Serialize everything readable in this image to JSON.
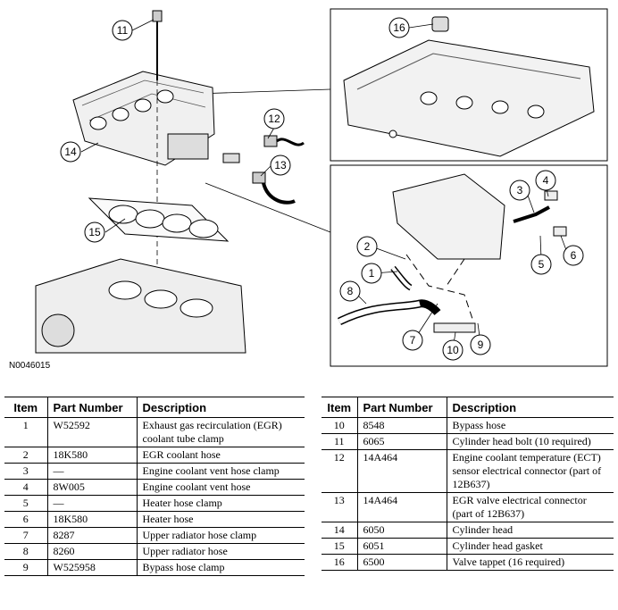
{
  "figure": {
    "figure_id": "N0046015",
    "callouts": [
      "1",
      "2",
      "3",
      "4",
      "5",
      "6",
      "7",
      "8",
      "9",
      "10",
      "11",
      "12",
      "13",
      "14",
      "15",
      "16"
    ]
  },
  "table": {
    "headers": {
      "item": "Item",
      "part_number": "Part Number",
      "description": "Description"
    },
    "left_rows": [
      {
        "item": "1",
        "part": "W52592",
        "desc": "Exhaust gas recirculation (EGR) coolant tube clamp"
      },
      {
        "item": "2",
        "part": "18K580",
        "desc": "EGR coolant hose"
      },
      {
        "item": "3",
        "part": "—",
        "desc": "Engine coolant vent hose clamp"
      },
      {
        "item": "4",
        "part": "8W005",
        "desc": "Engine coolant vent hose"
      },
      {
        "item": "5",
        "part": "—",
        "desc": "Heater hose clamp"
      },
      {
        "item": "6",
        "part": "18K580",
        "desc": "Heater hose"
      },
      {
        "item": "7",
        "part": "8287",
        "desc": "Upper radiator hose clamp"
      },
      {
        "item": "8",
        "part": "8260",
        "desc": "Upper radiator hose"
      },
      {
        "item": "9",
        "part": "W525958",
        "desc": "Bypass hose clamp"
      }
    ],
    "right_rows": [
      {
        "item": "10",
        "part": "8548",
        "desc": "Bypass hose"
      },
      {
        "item": "11",
        "part": "6065",
        "desc": "Cylinder head bolt (10 required)"
      },
      {
        "item": "12",
        "part": "14A464",
        "desc": "Engine coolant temperature (ECT) sensor electrical connector (part of 12B637)"
      },
      {
        "item": "13",
        "part": "14A464",
        "desc": "EGR valve electrical connector (part of 12B637)"
      },
      {
        "item": "14",
        "part": "6050",
        "desc": "Cylinder head"
      },
      {
        "item": "15",
        "part": "6051",
        "desc": "Cylinder head gasket"
      },
      {
        "item": "16",
        "part": "6500",
        "desc": "Valve tappet (16 required)"
      }
    ]
  }
}
